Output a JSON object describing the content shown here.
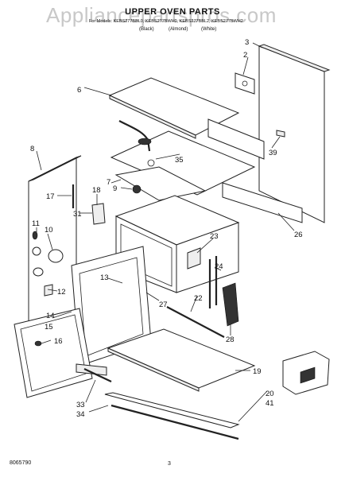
{
  "header": {
    "watermark": "Appliancepartspros.com",
    "title": "UPPER OVEN PARTS",
    "models": "For Models: KEBS277BBL0, KEBS277BWH0, KEBS277BBL2, KEBS277BWH2",
    "colors": [
      "(Black)",
      "(Almond)",
      "(White)"
    ]
  },
  "footer": {
    "doc_number": "8065790",
    "page": "3"
  },
  "callouts": [
    "2",
    "3",
    "6",
    "7",
    "8",
    "9",
    "10",
    "11",
    "12",
    "13",
    "14",
    "15",
    "16",
    "17",
    "18",
    "19",
    "20",
    "22",
    "23",
    "24",
    "26",
    "27",
    "28",
    "31",
    "33",
    "34",
    "35",
    "39",
    "41"
  ]
}
